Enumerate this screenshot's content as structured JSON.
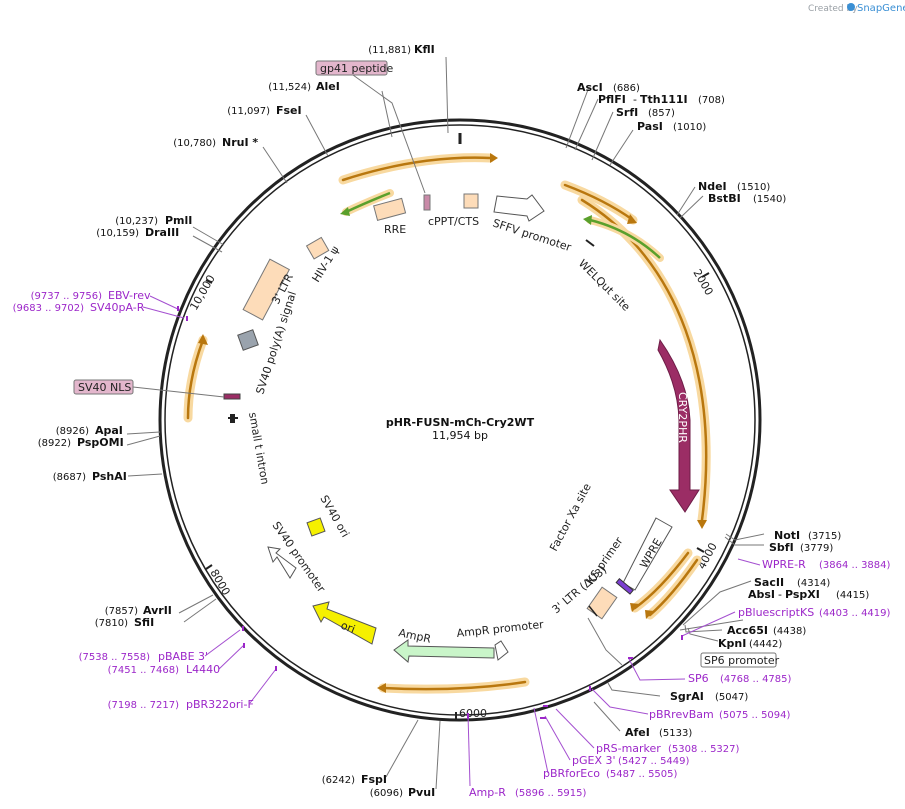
{
  "watermark": {
    "created_by": "Created by",
    "brand": "SnapGene"
  },
  "plasmid": {
    "name": "pHR-FUSN-mCh-Cry2WT",
    "size_label": "11,954 bp",
    "length": 11954
  },
  "ticks": [
    {
      "bp": 2000,
      "label": "2000"
    },
    {
      "bp": 4000,
      "label": "4000"
    },
    {
      "bp": 6000,
      "label": "6000"
    },
    {
      "bp": 8000,
      "label": "8000"
    },
    {
      "bp": 10000,
      "label": "10,000"
    }
  ],
  "sites": [
    {
      "name": "KflI",
      "pos": "(11,881)"
    },
    {
      "name": "AleI",
      "pos": "(11,524)"
    },
    {
      "name": "FseI",
      "pos": "(11,097)"
    },
    {
      "name": "NruI *",
      "pos": "(10,780)"
    },
    {
      "name": "PmlI",
      "pos": "(10,237)"
    },
    {
      "name": "DraIII",
      "pos": "(10,159)"
    },
    {
      "name": "ApaI",
      "pos": "(8926)"
    },
    {
      "name": "PspOMI",
      "pos": "(8922)"
    },
    {
      "name": "PshAI",
      "pos": "(8687)"
    },
    {
      "name": "AvrII",
      "pos": "(7857)"
    },
    {
      "name": "SfiI",
      "pos": "(7810)"
    },
    {
      "name": "FspI",
      "pos": "(6242)"
    },
    {
      "name": "PvuI",
      "pos": "(6096)"
    },
    {
      "name": "AfeI",
      "pos": "(5133)"
    },
    {
      "name": "SgrAI",
      "pos": "(5047)"
    },
    {
      "name": "KpnI",
      "pos": "(4442)"
    },
    {
      "name": "Acc65I",
      "pos": "(4438)"
    },
    {
      "name": "AbsI",
      "name2": "PspXI",
      "pos": "(4415)"
    },
    {
      "name": "SacII",
      "pos": "(4314)"
    },
    {
      "name": "SbfI",
      "pos": "(3779)"
    },
    {
      "name": "NotI",
      "pos": "(3715)"
    },
    {
      "name": "BstBI",
      "pos": "(1540)"
    },
    {
      "name": "NdeI",
      "pos": "(1510)"
    },
    {
      "name": "PasI",
      "pos": "(1010)"
    },
    {
      "name": "SrfI",
      "pos": "(857)"
    },
    {
      "name": "PflFI",
      "name2": "Tth111I",
      "pos": "(708)"
    },
    {
      "name": "AscI",
      "pos": "(686)"
    }
  ],
  "primers": [
    {
      "name": "EBV-rev",
      "range": "(9737 .. 9756)"
    },
    {
      "name": "SV40pA-R",
      "range": "(9683 .. 9702)"
    },
    {
      "name": "pBABE 3'",
      "range": "(7538 .. 7558)"
    },
    {
      "name": "L4440",
      "range": "(7451 .. 7468)"
    },
    {
      "name": "pBR322ori-F",
      "range": "(7198 .. 7217)"
    },
    {
      "name": "Amp-R",
      "range": "(5896 .. 5915)"
    },
    {
      "name": "pBRforEco",
      "range": "(5487 .. 5505)"
    },
    {
      "name": "pGEX 3'",
      "range": "(5427 .. 5449)"
    },
    {
      "name": "pRS-marker",
      "range": "(5308 .. 5327)"
    },
    {
      "name": "pBRrevBam",
      "range": "(5075 .. 5094)"
    },
    {
      "name": "SP6",
      "range": "(4768 .. 4785)"
    },
    {
      "name": "pBluescriptKS",
      "range": "(4403 .. 4419)"
    },
    {
      "name": "WPRE-R",
      "range": "(3864 .. 3884)"
    }
  ],
  "boxed_labels": {
    "gp41": "gp41 peptide",
    "sv40nls": "SV40 NLS",
    "sp6promoter": "SP6 promoter"
  },
  "features": {
    "rre": "RRE",
    "cppt": "cPPT/CTS",
    "sffv": "SFFV promoter",
    "welqut": "WELQut site",
    "hiv1psi": "HIV-1 ψ",
    "ltr3": "3' LTR",
    "sv40polya": "SV40 poly(A) signal",
    "small_t": "small t intron",
    "cry2phr": "CRY2PHR",
    "factor_xa": "Factor Xa site",
    "wpre": "WPRE",
    "ks_primer": "KS primer",
    "ltr3_du3": "3' LTR (ΔU3)",
    "ampr_promoter": "AmpR promoter",
    "ampr": "AmpR",
    "ori": "ori",
    "sv40_promoter": "SV40 promoter",
    "sv40_ori": "SV40 ori"
  },
  "colors": {
    "backbone": "#222222",
    "orf_orange": "#b9770e",
    "orf_glow": "#f8d9a0",
    "green": "#5aa02c",
    "cry2": "#9b2d65",
    "ampr": "#c9f5c9",
    "ori": "#f5f000",
    "ltr": "#fddcb9",
    "primer": "#9c27c9",
    "boxed": "#e3b6cc"
  }
}
